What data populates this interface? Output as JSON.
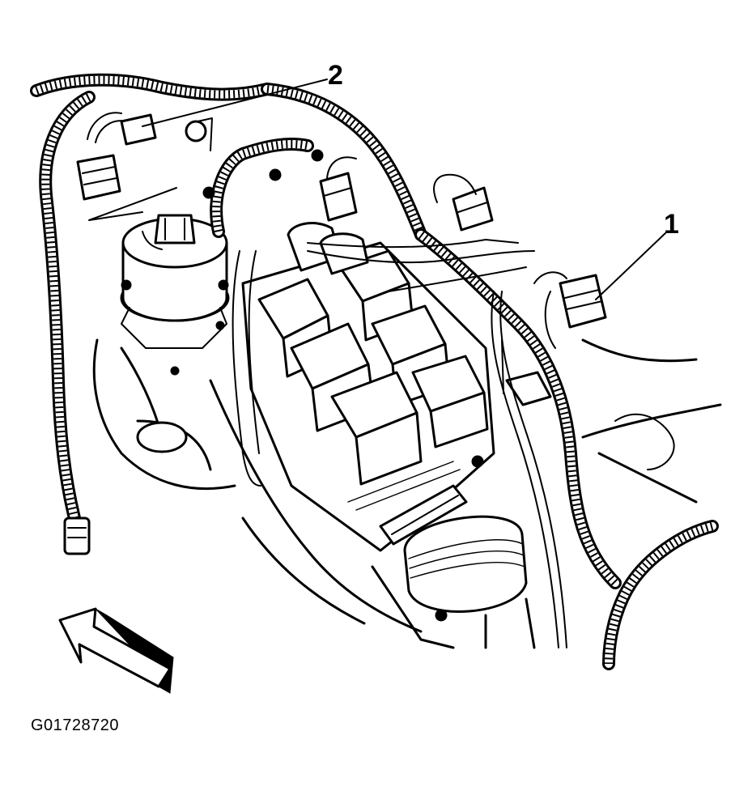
{
  "callouts": [
    {
      "id": "1",
      "label": "1"
    },
    {
      "id": "2",
      "label": "2"
    }
  ],
  "figure_id": "G01728720",
  "icons": {
    "direction_arrow": "front-direction-arrow-icon"
  }
}
